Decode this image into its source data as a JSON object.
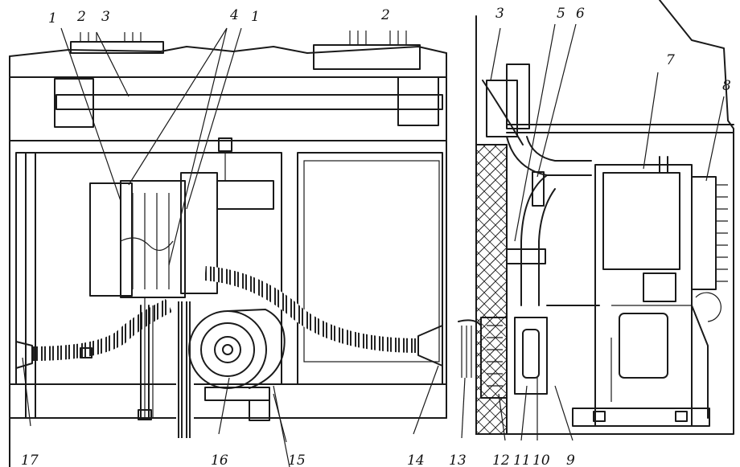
{
  "diagram": {
    "callouts": [
      {
        "id": "c1a",
        "text": "1"
      },
      {
        "id": "c2a",
        "text": "2"
      },
      {
        "id": "c3a",
        "text": "3"
      },
      {
        "id": "c4",
        "text": "4"
      },
      {
        "id": "c1b",
        "text": "1"
      },
      {
        "id": "c2b",
        "text": "2"
      },
      {
        "id": "c3b",
        "text": "3"
      },
      {
        "id": "c5",
        "text": "5"
      },
      {
        "id": "c6",
        "text": "6"
      },
      {
        "id": "c7",
        "text": "7"
      },
      {
        "id": "c8",
        "text": "8"
      },
      {
        "id": "c17",
        "text": "17"
      },
      {
        "id": "c16",
        "text": "16"
      },
      {
        "id": "c15",
        "text": "15"
      },
      {
        "id": "c14",
        "text": "14"
      },
      {
        "id": "c13",
        "text": "13"
      },
      {
        "id": "c12",
        "text": "12"
      },
      {
        "id": "c11",
        "text": "11"
      },
      {
        "id": "c10",
        "text": "10"
      },
      {
        "id": "c9",
        "text": "9"
      }
    ]
  }
}
